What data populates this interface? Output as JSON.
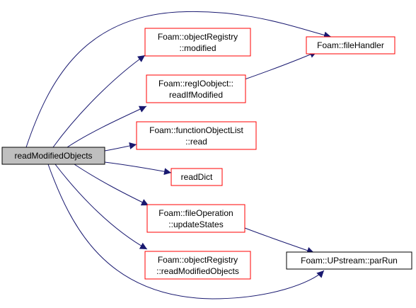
{
  "colors": {
    "root_fill": "#bfbfbf",
    "root_stroke": "#000000",
    "node_fill": "#ffffff",
    "node_stroke_red": "#ff0000",
    "node_stroke_black": "#000000",
    "edge": "#191970"
  },
  "nodes": {
    "root": {
      "lines": [
        "readModifiedObjects"
      ]
    },
    "obj_modified": {
      "lines": [
        "Foam::objectRegistry",
        "::modified"
      ]
    },
    "file_handler": {
      "lines": [
        "Foam::fileHandler"
      ]
    },
    "readif": {
      "lines": [
        "Foam::regIOobject::",
        "readIfModified"
      ]
    },
    "fol_read": {
      "lines": [
        "Foam::functionObjectList",
        "::read"
      ]
    },
    "read_dict": {
      "lines": [
        "readDict"
      ]
    },
    "file_op": {
      "lines": [
        "Foam::fileOperation",
        "::updateStates"
      ]
    },
    "obj_readmod": {
      "lines": [
        "Foam::objectRegistry",
        "::readModifiedObjects"
      ]
    },
    "par_run": {
      "lines": [
        "Foam::UPstream::parRun"
      ]
    }
  },
  "edges": [
    {
      "from": "root",
      "to": "obj_modified"
    },
    {
      "from": "root",
      "to": "readif"
    },
    {
      "from": "root",
      "to": "fol_read"
    },
    {
      "from": "root",
      "to": "read_dict"
    },
    {
      "from": "root",
      "to": "file_op"
    },
    {
      "from": "root",
      "to": "obj_readmod"
    },
    {
      "from": "root",
      "to": "file_handler"
    },
    {
      "from": "root",
      "to": "par_run"
    },
    {
      "from": "readif",
      "to": "file_handler"
    },
    {
      "from": "file_op",
      "to": "par_run"
    }
  ]
}
